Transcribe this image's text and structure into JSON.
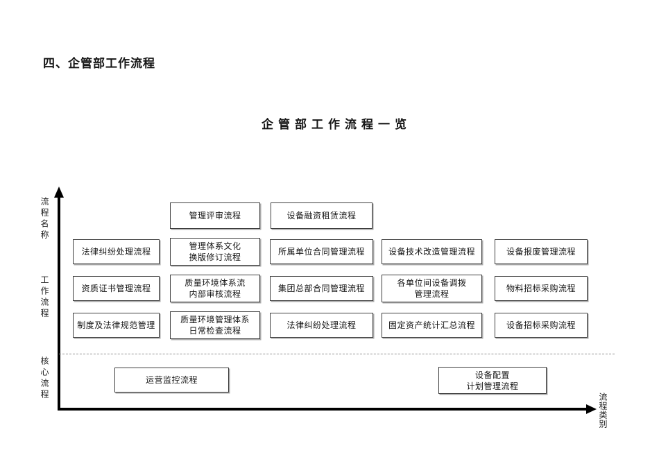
{
  "document": {
    "section_heading": "四、企管部工作流程",
    "diagram_title": "企管部工作流程一览"
  },
  "axes": {
    "y_band_labels": [
      "流程名称",
      "工作流程",
      "核心流程"
    ],
    "x_axis_label": "流程类别"
  },
  "boxes": {
    "management_review": "管理评审流程",
    "equipment_financing_lease": "设备融资租赁流程",
    "legal_dispute_handling": "法律纠纷处理流程",
    "management_system_culture_revision": "管理体系文化\n换版修订流程",
    "subsidiary_contract_management": "所属单位合同管理流程",
    "equipment_technical_upgrade": "设备技术改造管理流程",
    "equipment_scrapping": "设备报废管理流程",
    "qualification_certificate": "资质证书管理流程",
    "qe_system_internal_audit": "质量环境体系流\n内部审核流程",
    "hq_contract_management": "集团总部合同管理流程",
    "inter_unit_equipment_transfer": "各单位间设备调拨\n管理流程",
    "material_bidding_procurement": "物料招标采购流程",
    "rules_and_legal_norms": "制度及法律规范管理",
    "qe_system_daily_inspection": "质量环境管理体系\n日常检查流程",
    "legal_dispute_handling_2": "法律纠纷处理流程",
    "fixed_asset_statistics": "固定资产统计汇总流程",
    "equipment_bidding_procurement": "设备招标采购流程",
    "operations_monitoring": "运营监控流程",
    "equipment_config_planning": "设备配置\n计划管理流程"
  }
}
